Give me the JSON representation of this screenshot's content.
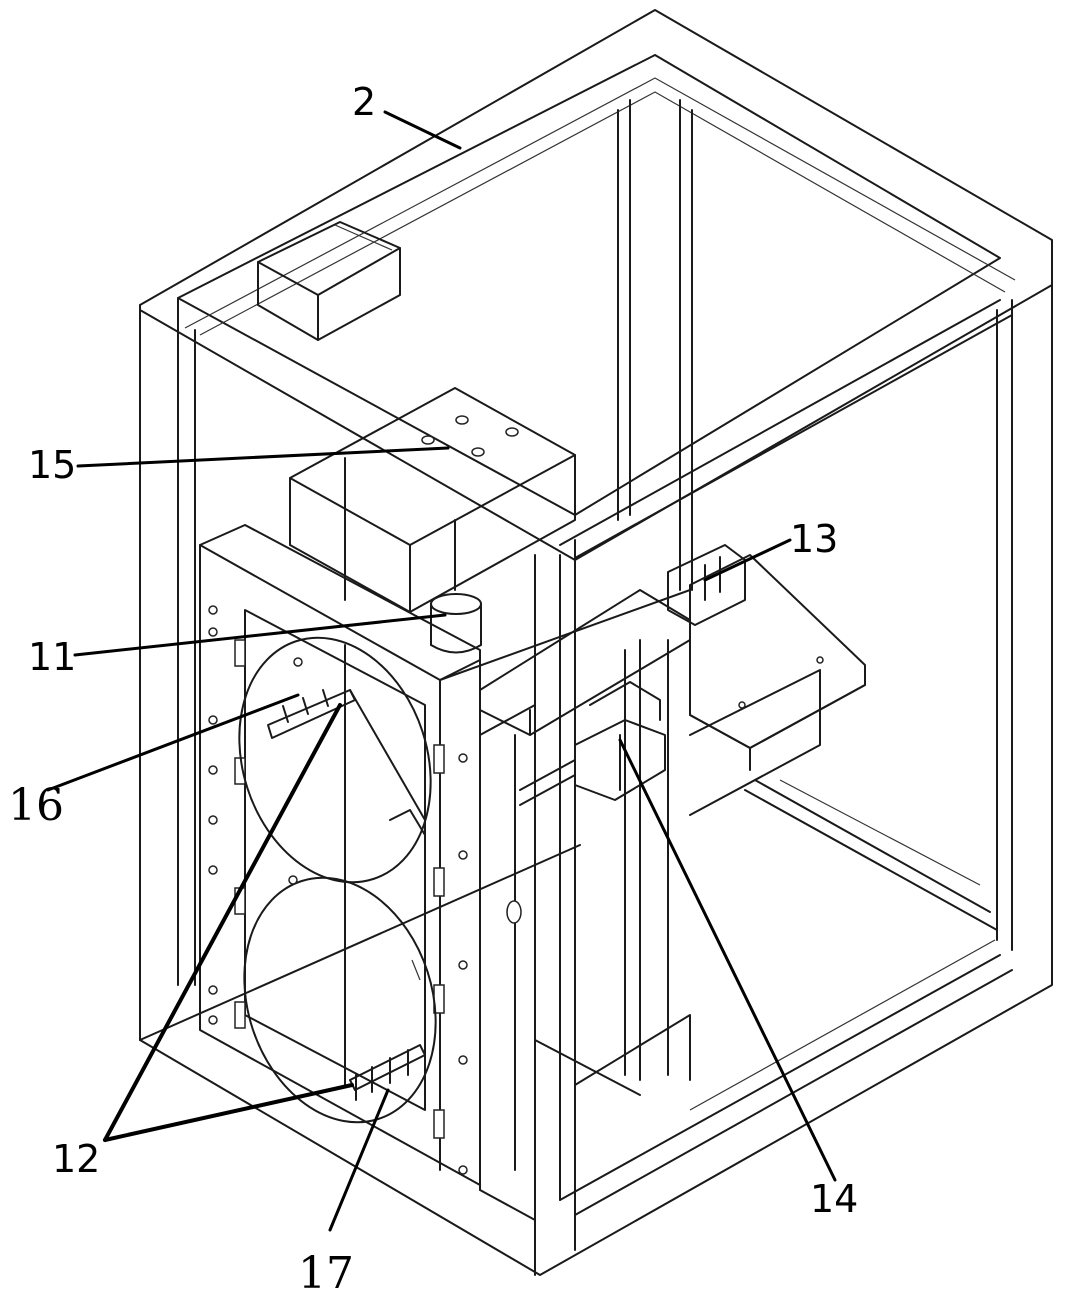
{
  "labels": {
    "l2": "2",
    "l15": "15",
    "l13": "13",
    "l11": "11",
    "l16": "16",
    "l12": "12",
    "l14": "14",
    "l17": "17"
  },
  "colors": {
    "line": "#1a1a1a",
    "background": "#ffffff"
  }
}
